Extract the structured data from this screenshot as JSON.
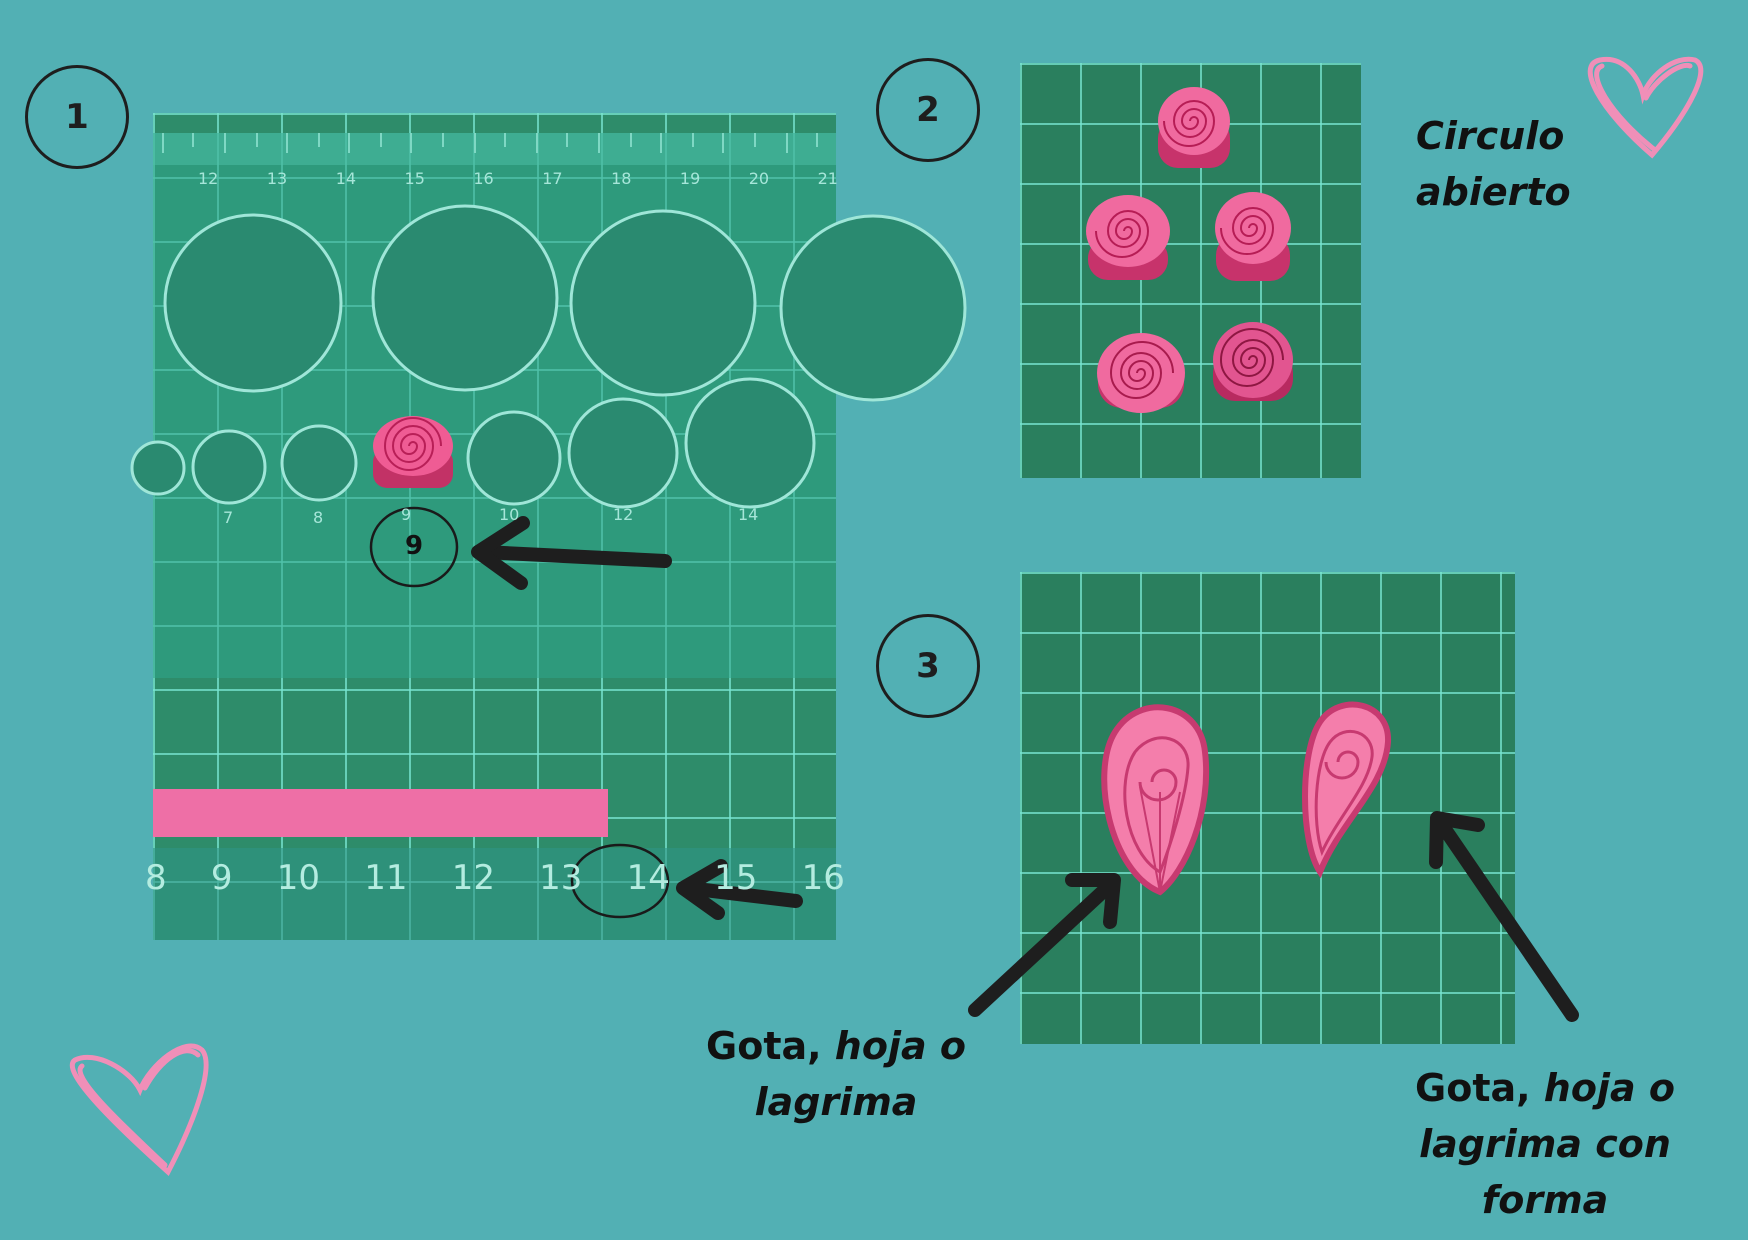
{
  "steps": [
    "1",
    "2",
    "3"
  ],
  "photo1": {
    "ruler_top_numbers": [
      "12",
      "13",
      "14",
      "15",
      "16",
      "17",
      "18",
      "19",
      "20",
      "21"
    ],
    "circle_size_labels": [
      "7",
      "8",
      "9",
      "10",
      "12",
      "14"
    ],
    "selected_size": "9",
    "mat_numbers": [
      "8",
      "9",
      "10",
      "11",
      "12",
      "13",
      "14",
      "15",
      "16"
    ],
    "selected_length": "14"
  },
  "captions": {
    "circulo_line1": "Circulo",
    "circulo_line2": "abierto",
    "gota_left_plain": "Gota, ",
    "gota_left_italic": "hoja o",
    "gota_left_line2": "lagrima",
    "gota_right_plain": "Gota, ",
    "gota_right_italic": "hoja o",
    "gota_right_line2": "lagrima con",
    "gota_right_line3": "forma"
  },
  "colors": {
    "background": "#52b0b4",
    "paper_pink": "#ee4f8a",
    "heart_pink": "#f08fb8",
    "arrow": "#1e1e1e"
  },
  "icons": [
    "heart-icon",
    "arrow-icon"
  ]
}
